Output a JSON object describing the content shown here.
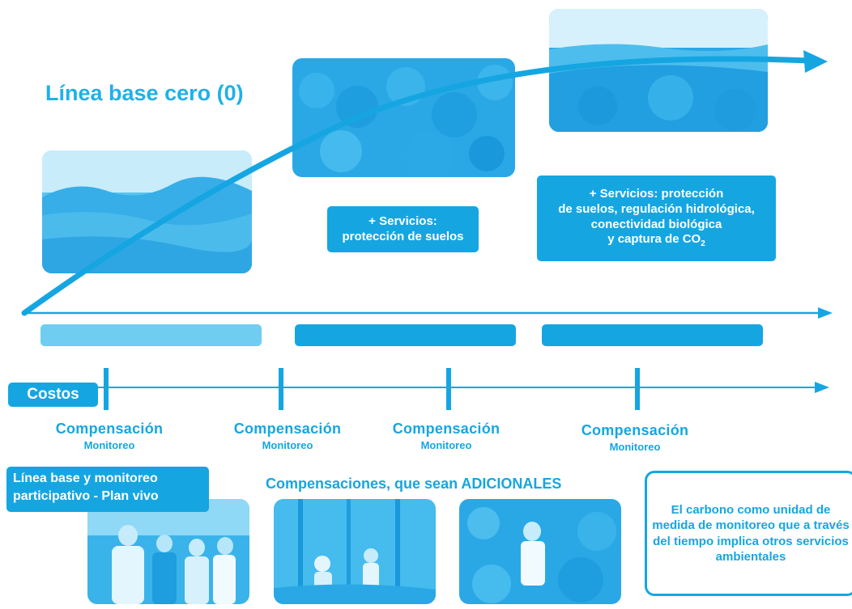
{
  "title": "Línea base cero (0)",
  "services": {
    "box1": "+ Servicios:\nprotección de suelos",
    "box2_line1": "+ Servicios: protección",
    "box2_line2": "de suelos, regulación hidrológica,",
    "box2_line3": "conectividad biológica",
    "box2_line4": "y captura de CO",
    "box2_sub": "2"
  },
  "costs_label": "Costos",
  "compensations": [
    {
      "title": "Compensación",
      "subtitle": "Monitoreo"
    },
    {
      "title": "Compensación",
      "subtitle": "Monitoreo"
    },
    {
      "title": "Compensación",
      "subtitle": "Monitoreo"
    },
    {
      "title": "Compensación",
      "subtitle": "Monitoreo"
    }
  ],
  "baseline_box": {
    "line1": "Línea base y monitoreo",
    "line2": "participativo - Plan vivo"
  },
  "additional_label": "Compensaciones, que sean ADICIONALES",
  "carbon_note": "El carbono como unidad de medida de monitoreo que a través del tiempo implica otros servicios ambientales",
  "colors": {
    "primary": "#15a6e2",
    "light": "#6fcdf2",
    "title": "#1fb1e8"
  }
}
